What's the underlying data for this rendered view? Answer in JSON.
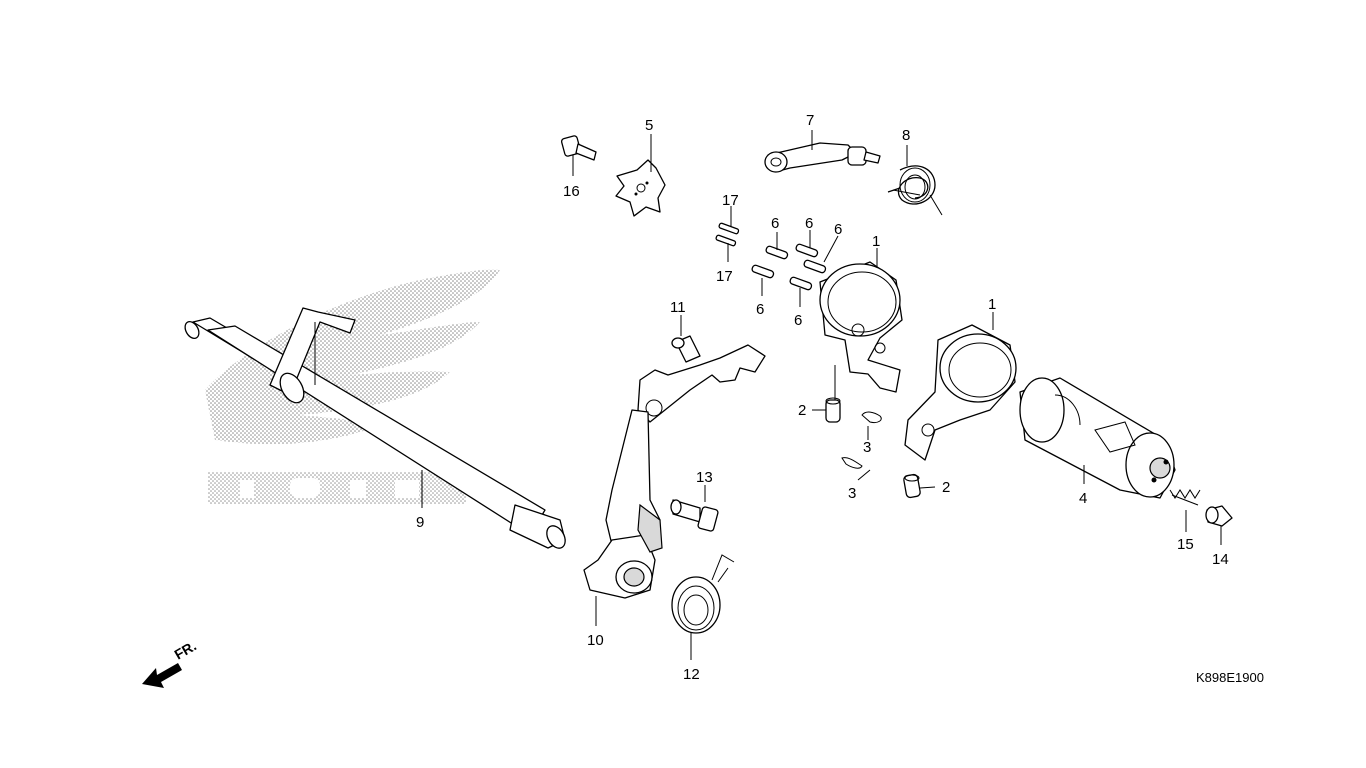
{
  "diagram_code": "K898E1900",
  "front_indicator": "FR.",
  "watermark_text": "HONDA",
  "colors": {
    "line": "#000000",
    "shade": "#d9d9d9",
    "watermark": "#9a9a9a"
  },
  "callouts": {
    "c1a": "1",
    "c1b": "1",
    "c2a": "2",
    "c2b": "2",
    "c3a": "3",
    "c3b": "3",
    "c4": "4",
    "c5": "5",
    "c6a": "6",
    "c6b": "6",
    "c6c": "6",
    "c6d": "6",
    "c6e": "6",
    "c7": "7",
    "c8": "8",
    "c9": "9",
    "c10": "10",
    "c11": "11",
    "c12": "12",
    "c13": "13",
    "c14": "14",
    "c15": "15",
    "c16": "16",
    "c17a": "17",
    "c17b": "17"
  }
}
